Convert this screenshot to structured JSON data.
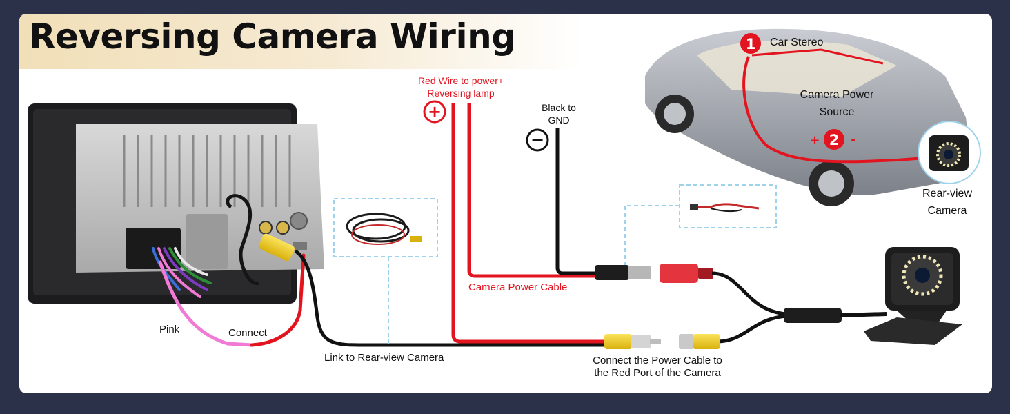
{
  "title": "Reversing Camera Wiring",
  "labels": {
    "red_wire_line1": "Red Wire to power+",
    "red_wire_line2": "Reversing lamp",
    "black_line1": "Black to",
    "black_line2": "GND",
    "car_stereo": "Car Stereo",
    "camera_power_line1": "Camera Power",
    "camera_power_line2": "Source",
    "rear_view_line1": "Rear-view",
    "rear_view_line2": "Camera",
    "camera_power_cable": "Camera Power Cable",
    "pink": "Pink",
    "connect": "Connect",
    "link_rear_view": "Link to Rear-view Camera",
    "connect_power_line1": "Connect the Power Cable to",
    "connect_power_line2": "the Red Port of the Camera"
  },
  "markers": {
    "plus_symbol": "+",
    "minus_symbol": "−",
    "badge_1": "1",
    "badge_2": "2",
    "badge_2_plus": "+",
    "badge_2_minus": "-"
  },
  "colors": {
    "background": "#2b3148",
    "title_band": "#f1dfb8",
    "red_wire": "#e2141f",
    "black_wire": "#111111",
    "pink_wire": "#f07ad6",
    "yellow_plug": "#f6d21c",
    "dashed_callout": "#9fd3ec"
  }
}
